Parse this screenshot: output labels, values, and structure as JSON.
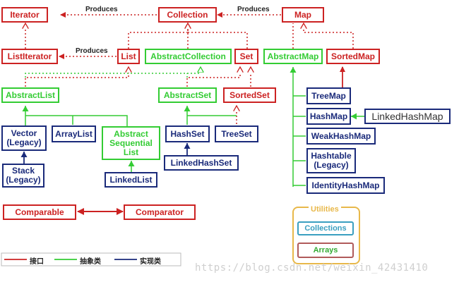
{
  "colors": {
    "interface": "#cc2222",
    "abstract": "#33cc33",
    "implementation": "#1a2a7a",
    "utilities": "#e8b84a"
  },
  "nodes": {
    "iterator": "Iterator",
    "collection": "Collection",
    "map": "Map",
    "list_iterator": "ListIterator",
    "list": "List",
    "abstract_collection": "AbstractCollection",
    "set": "Set",
    "abstract_map": "AbstractMap",
    "sorted_map": "SortedMap",
    "abstract_list": "AbstractList",
    "abstract_set": "AbstractSet",
    "sorted_set": "SortedSet",
    "tree_map": "TreeMap",
    "hash_map": "HashMap",
    "linked_hash_map": "LinkedHashMap",
    "weak_hash_map": "WeakHashMap",
    "hashtable": "Hashtable\n(Legacy)",
    "identity_hash_map": "IdentityHashMap",
    "vector": "Vector\n(Legacy)",
    "array_list": "ArrayList",
    "abstract_sequential_list": "Abstract\nSequential\nList",
    "hash_set": "HashSet",
    "tree_set": "TreeSet",
    "stack": "Stack\n(Legacy)",
    "linked_list": "LinkedList",
    "linked_hash_set": "LinkedHashSet",
    "comparable": "Comparable",
    "comparator": "Comparator"
  },
  "edge_labels": {
    "produces_1": "Produces",
    "produces_2": "Produces",
    "produces_3": "Produces"
  },
  "utilities": {
    "title": "Utilities",
    "collections": "Collections",
    "arrays": "Arrays"
  },
  "legend": {
    "interface": "接口",
    "abstract": "抽象类",
    "implementation": "实现类"
  },
  "watermark": "https://blog.csdn.net/weixin_42431410"
}
